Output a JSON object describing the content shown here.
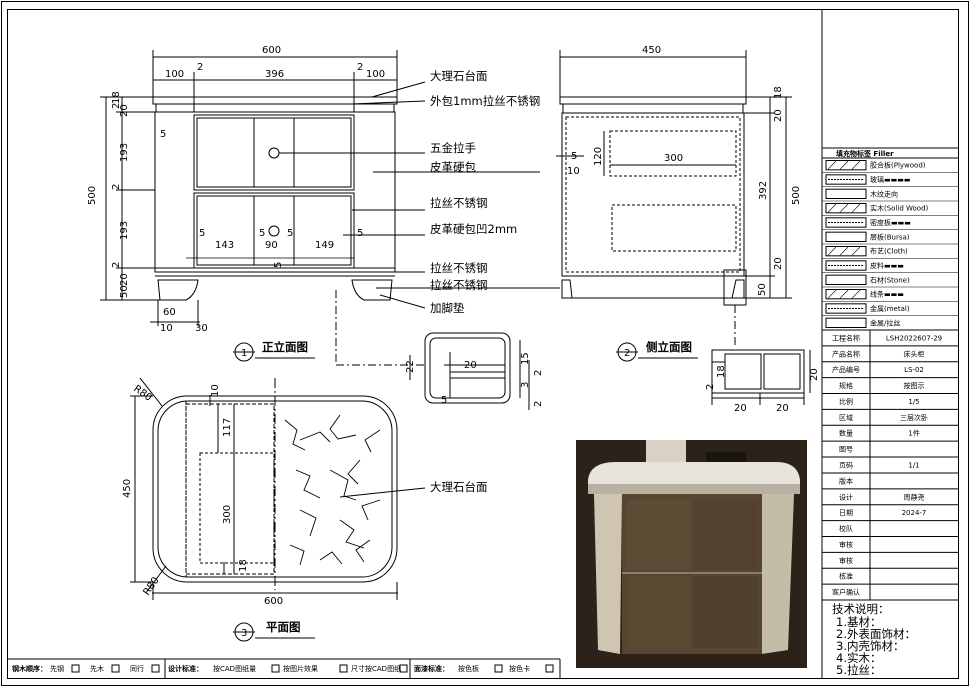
{
  "front_view": {
    "title": "正立面图",
    "number": "1",
    "overall_width": "600",
    "top_segments": [
      "100",
      "2",
      "396",
      "2",
      "100"
    ],
    "height_total": "500",
    "left_dims": [
      "18",
      "2",
      "20",
      "193",
      "2",
      "193",
      "2",
      "20",
      "50"
    ],
    "gap_5": "5",
    "drawer_dims": [
      "5",
      "143",
      "5",
      "90",
      "5",
      "149",
      "5"
    ],
    "small_5": "5",
    "foot_dims": [
      "60",
      "10",
      "30"
    ],
    "callouts": [
      "大理石台面",
      "外包1mm拉丝不锈钢",
      "五金拉手",
      "皮革硬包",
      "拉丝不锈钢",
      "皮革硬包凹2mm",
      "拉丝不锈钢",
      "拉丝不锈钢",
      "加脚垫"
    ]
  },
  "side_view": {
    "title": "侧立面图",
    "number": "2",
    "overall_width": "450",
    "right_dims": [
      "18",
      "20",
      "500",
      "392",
      "20",
      "50"
    ],
    "inner_width": "300",
    "inner_height": "120",
    "left_small": [
      "5",
      "10"
    ]
  },
  "detail_a": {
    "dims": [
      "20",
      "15",
      "22",
      "3",
      "5",
      "2",
      "2"
    ]
  },
  "detail_b": {
    "dims": [
      "2",
      "18",
      "20",
      "20",
      "20"
    ]
  },
  "plan_view": {
    "title": "平面图",
    "number": "3",
    "width": "600",
    "depth": "450",
    "radius_top": "R80",
    "radius_bottom": "R80",
    "inner_dims": [
      "10",
      "117",
      "300",
      "18"
    ],
    "callout": "大理石台面"
  },
  "title_block": {
    "legend_title": "填充物标签  Filler",
    "legend_items": [
      "胶合板(Plywood)",
      "玻璃▬▬▬▬",
      "木纹走向",
      "实木(Solid Wood)",
      "密度板▬▬▬",
      "层板(Bursa)",
      "布艺(Cloth)",
      "皮料▬▬▬",
      "石材(Stone)",
      "线条▬▬▬",
      "金属(metal)",
      "金属/拉丝"
    ],
    "rows": [
      {
        "label": "工程名称",
        "value": "LSH2022607-29"
      },
      {
        "label": "产品名称",
        "value": "床头柜"
      },
      {
        "label": "产品编号",
        "value": "LS-02"
      },
      {
        "label": "规格",
        "value": "按图示"
      },
      {
        "label": "比例",
        "value": "1/5"
      },
      {
        "label": "区域",
        "value": "三层次卧"
      },
      {
        "label": "数量",
        "value": "1件"
      },
      {
        "label": "图号",
        "value": ""
      },
      {
        "label": "页码",
        "value": "1/1"
      },
      {
        "label": "版本",
        "value": ""
      },
      {
        "label": "设计",
        "value": "周静尧"
      },
      {
        "label": "日期",
        "value": "2024-7"
      },
      {
        "label": "校队",
        "value": ""
      },
      {
        "label": "审核",
        "value": ""
      },
      {
        "label": "审核",
        "value": ""
      },
      {
        "label": "核准",
        "value": ""
      },
      {
        "label": "客户确认",
        "value": ""
      }
    ],
    "notes_title": "技术说明：",
    "notes": [
      "1.基材：",
      "2.外表面饰材：",
      "3.内壳饰材：",
      "4.实木：",
      "5.拉丝："
    ]
  },
  "bottom_bar": {
    "sections": [
      {
        "label": "钢木顺序：",
        "items": [
          "先钢",
          "先木",
          "同行"
        ]
      },
      {
        "label": "设计标准：",
        "items": [
          "按CAD图纸量",
          "按图片效果",
          "尺寸按CAD图纸"
        ]
      },
      {
        "label": "面漆标准：",
        "items": [
          "按色板",
          "按色卡"
        ]
      }
    ]
  },
  "colors": {
    "line": "#000000",
    "photo_bg": "#2a2218"
  }
}
